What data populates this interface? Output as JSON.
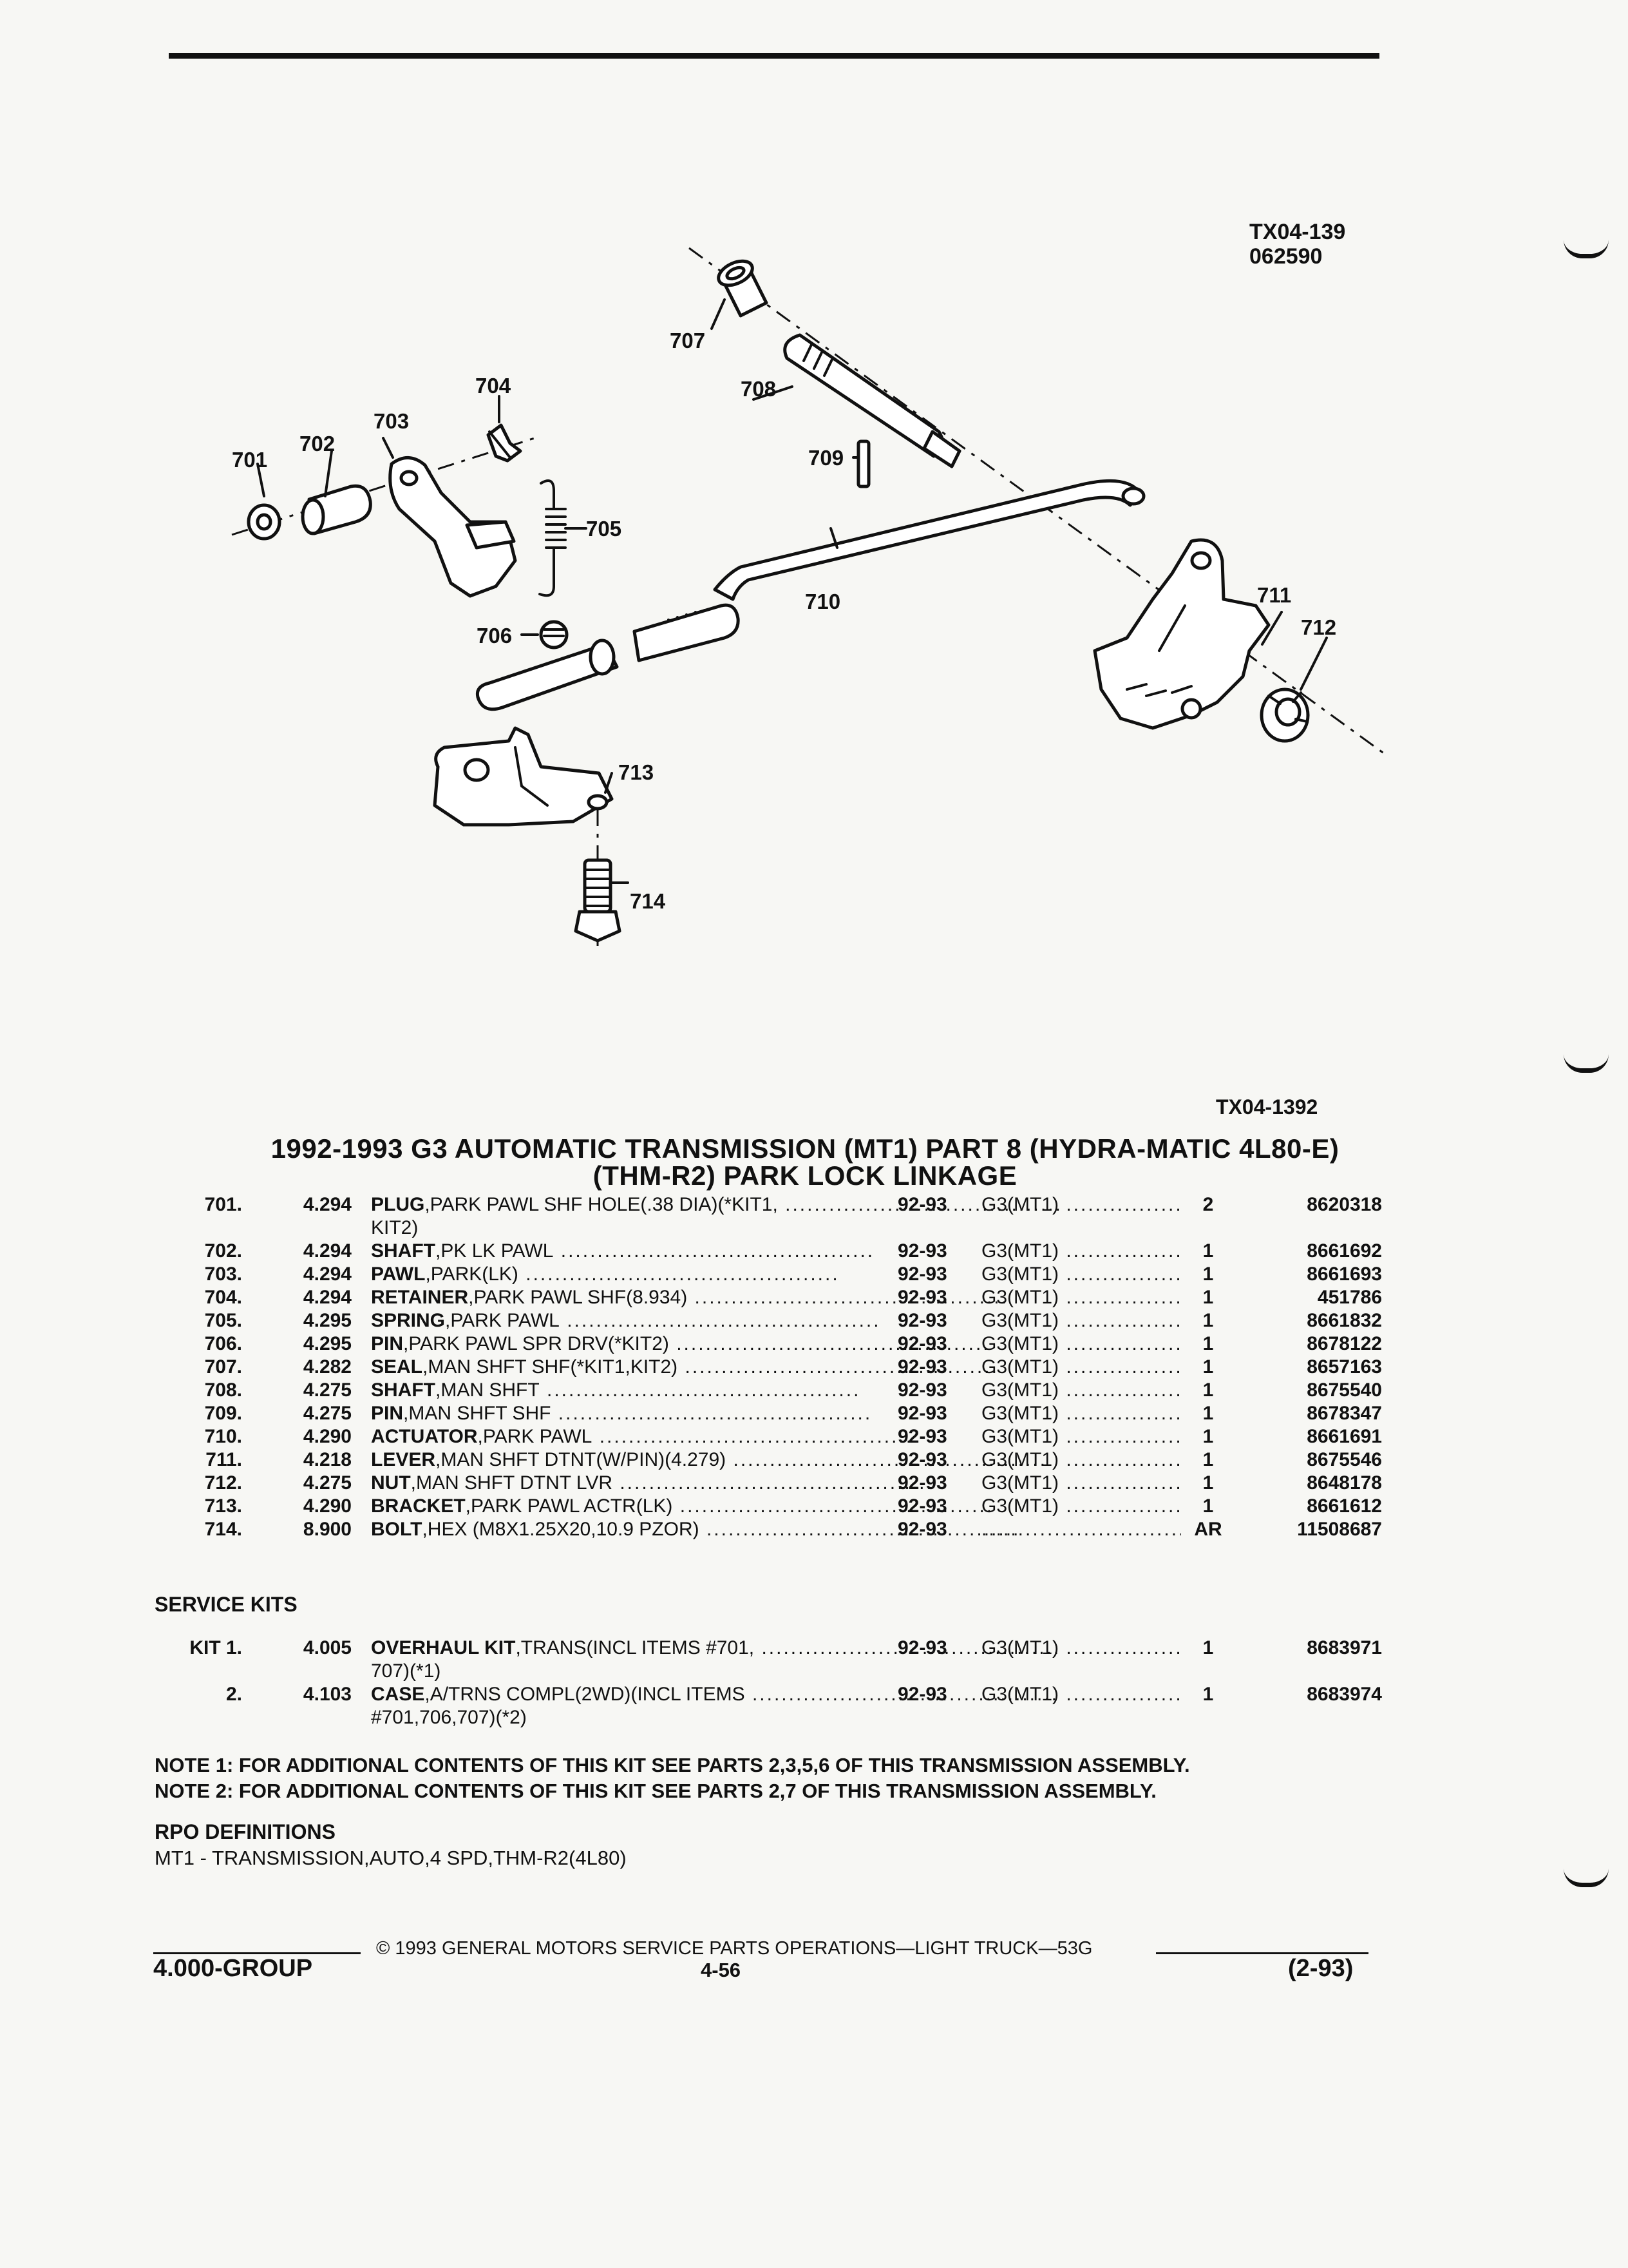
{
  "top_ids": {
    "line1": "TX04-139",
    "line2": "062590"
  },
  "diagram": {
    "callouts": [
      "701",
      "702",
      "703",
      "704",
      "705",
      "706",
      "707",
      "708",
      "709",
      "710",
      "711",
      "712",
      "713",
      "714"
    ],
    "id": "TX04-1392"
  },
  "title": {
    "line1": "1992-1993 G3 AUTOMATIC TRANSMISSION (MT1) PART 8 (HYDRA-MATIC 4L80-E)",
    "line2": "(THM-R2) PARK LOCK LINKAGE"
  },
  "parts": [
    {
      "item": "701.",
      "group": "4.294",
      "name": "PLUG",
      "desc": ",PARK PAWL SHF HOLE(.38 DIA)(*KIT1,",
      "desc2": "KIT2)",
      "years": "92-93",
      "app": "G3(MT1)",
      "qty": "2",
      "part": "8620318"
    },
    {
      "item": "702.",
      "group": "4.294",
      "name": "SHAFT",
      "desc": ",PK LK PAWL",
      "years": "92-93",
      "app": "G3(MT1)",
      "qty": "1",
      "part": "8661692"
    },
    {
      "item": "703.",
      "group": "4.294",
      "name": "PAWL",
      "desc": ",PARK(LK)",
      "years": "92-93",
      "app": "G3(MT1)",
      "qty": "1",
      "part": "8661693"
    },
    {
      "item": "704.",
      "group": "4.294",
      "name": "RETAINER",
      "desc": ",PARK PAWL SHF(8.934)",
      "years": "92-93",
      "app": "G3(MT1)",
      "qty": "1",
      "part": "451786"
    },
    {
      "item": "705.",
      "group": "4.295",
      "name": "SPRING",
      "desc": ",PARK PAWL",
      "years": "92-93",
      "app": "G3(MT1)",
      "qty": "1",
      "part": "8661832"
    },
    {
      "item": "706.",
      "group": "4.295",
      "name": "PIN",
      "desc": ",PARK PAWL SPR DRV(*KIT2)",
      "years": "92-93",
      "app": "G3(MT1)",
      "qty": "1",
      "part": "8678122"
    },
    {
      "item": "707.",
      "group": "4.282",
      "name": "SEAL",
      "desc": ",MAN SHFT SHF(*KIT1,KIT2)",
      "years": "92-93",
      "app": "G3(MT1)",
      "qty": "1",
      "part": "8657163"
    },
    {
      "item": "708.",
      "group": "4.275",
      "name": "SHAFT",
      "desc": ",MAN SHFT",
      "years": "92-93",
      "app": "G3(MT1)",
      "qty": "1",
      "part": "8675540"
    },
    {
      "item": "709.",
      "group": "4.275",
      "name": "PIN",
      "desc": ",MAN SHFT SHF",
      "years": "92-93",
      "app": "G3(MT1)",
      "qty": "1",
      "part": "8678347"
    },
    {
      "item": "710.",
      "group": "4.290",
      "name": "ACTUATOR",
      "desc": ",PARK PAWL",
      "years": "92-93",
      "app": "G3(MT1)",
      "qty": "1",
      "part": "8661691"
    },
    {
      "item": "711.",
      "group": "4.218",
      "name": "LEVER",
      "desc": ",MAN SHFT DTNT(W/PIN)(4.279)",
      "years": "92-93",
      "app": "G3(MT1)",
      "qty": "1",
      "part": "8675546"
    },
    {
      "item": "712.",
      "group": "4.275",
      "name": "NUT",
      "desc": ",MAN SHFT DTNT LVR",
      "years": "92-93",
      "app": "G3(MT1)",
      "qty": "1",
      "part": "8648178"
    },
    {
      "item": "713.",
      "group": "4.290",
      "name": "BRACKET",
      "desc": ",PARK PAWL ACTR(LK)",
      "years": "92-93",
      "app": "G3(MT1)",
      "qty": "1",
      "part": "8661612"
    },
    {
      "item": "714.",
      "group": "8.900",
      "name": "BOLT",
      "desc": ",HEX (M8X1.25X20,10.9 PZOR)",
      "years": "92-93",
      "app": "",
      "qty": "AR",
      "part": "11508687"
    }
  ],
  "service_kits": {
    "heading": "SERVICE KITS",
    "items": [
      {
        "item": "KIT  1.",
        "group": "4.005",
        "name": "OVERHAUL KIT",
        "desc": ",TRANS(INCL ITEMS #701,",
        "desc2": "707)(*1)",
        "years": "92-93",
        "app": "G3(MT1)",
        "qty": "1",
        "part": "8683971"
      },
      {
        "item": "2.",
        "group": "4.103",
        "name": "CASE",
        "desc": ",A/TRNS COMPL(2WD)(INCL ITEMS",
        "desc2": "#701,706,707)(*2)",
        "years": "92-93",
        "app": "G3(MT1)",
        "qty": "1",
        "part": "8683974"
      }
    ]
  },
  "notes": [
    "NOTE  1:  FOR ADDITIONAL CONTENTS OF THIS KIT SEE PARTS 2,3,5,6 OF THIS TRANSMISSION ASSEMBLY.",
    "NOTE  2:  FOR ADDITIONAL CONTENTS OF THIS KIT SEE PARTS 2,7 OF THIS TRANSMISSION ASSEMBLY."
  ],
  "rpo": {
    "heading": "RPO DEFINITIONS",
    "line": "MT1 - TRANSMISSION,AUTO,4 SPD,THM-R2(4L80)"
  },
  "footer": {
    "copyright": "© 1993 GENERAL MOTORS SERVICE PARTS OPERATIONS—LIGHT TRUCK—53G",
    "group": "4.000-GROUP",
    "page": "4-56",
    "date": "(2-93)"
  }
}
